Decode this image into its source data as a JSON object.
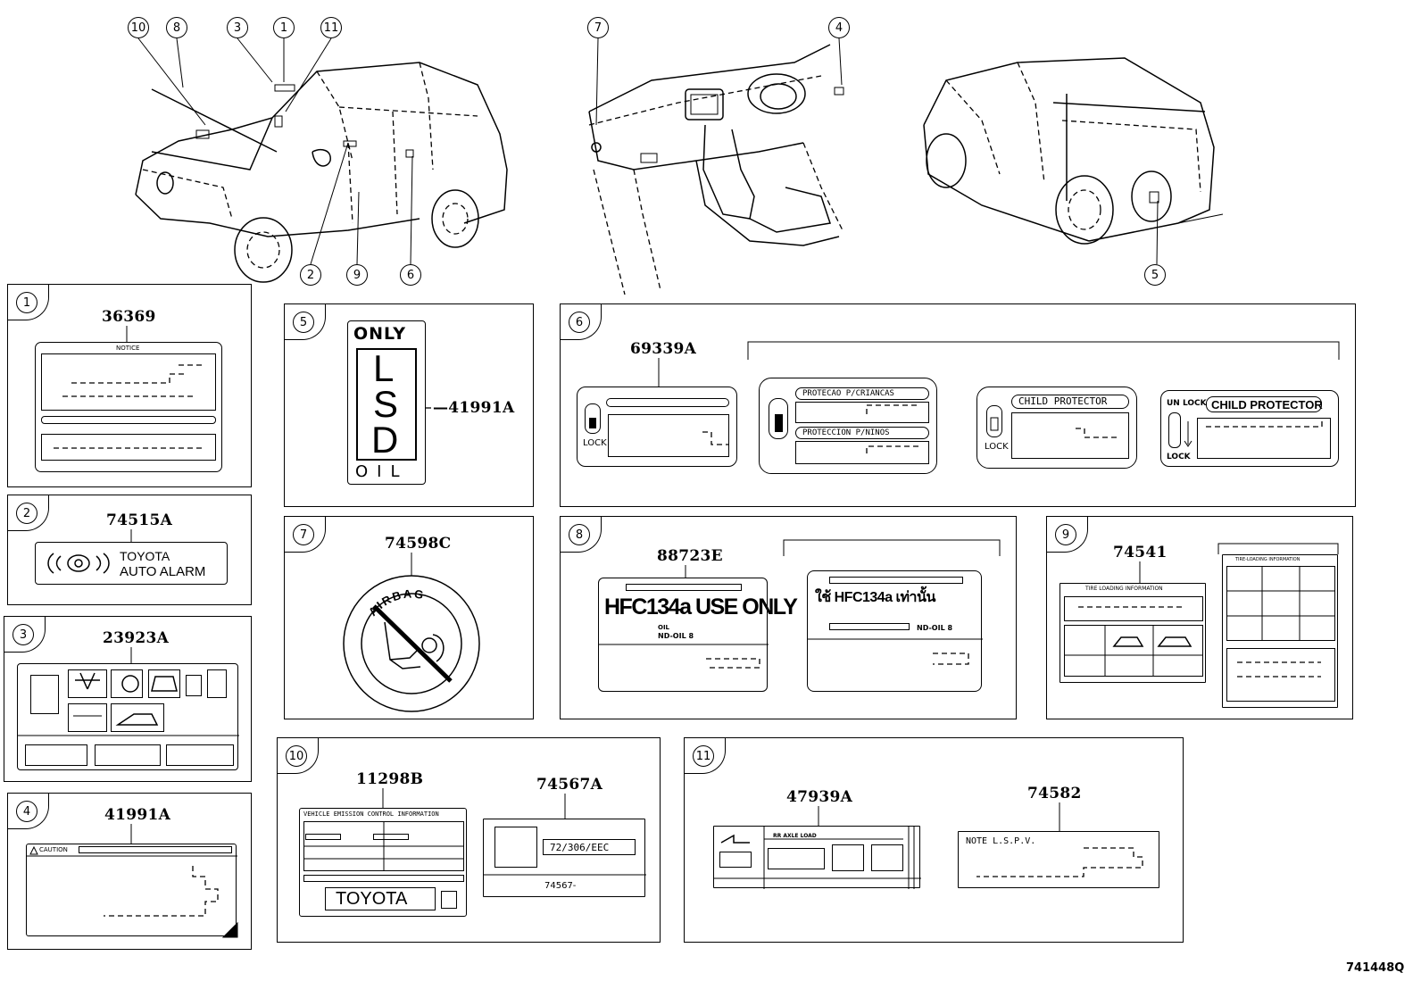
{
  "diagram": {
    "code": "741448Q",
    "callouts": [
      "10",
      "8",
      "3",
      "1",
      "11",
      "2",
      "9",
      "6",
      "7",
      "4",
      "5"
    ],
    "panels": {
      "p1": {
        "num": "1",
        "part": "36369",
        "header": "NOTICE"
      },
      "p2": {
        "num": "2",
        "part": "74515A",
        "line1": "TOYOTA",
        "line2": "AUTO ALARM"
      },
      "p3": {
        "num": "3",
        "part": "23923A"
      },
      "p4": {
        "num": "4",
        "part": "41991A",
        "header": "CAUTION"
      },
      "p5": {
        "num": "5",
        "part": "—41991A",
        "top": "ONLY",
        "l": "L",
        "s": "S",
        "d": "D",
        "bottom": "OIL"
      },
      "p6": {
        "num": "6",
        "part": "69339A",
        "lock": "LOCK",
        "br1": "PROTECAO P/CRIANCAS",
        "br2": "PROTECCION P/NINOS",
        "child1": "CHILD PROTECTOR",
        "child2": "CHILD PROTECTOR",
        "unlock": "UN LOCK"
      },
      "p7": {
        "num": "7",
        "part": "74598C",
        "ring": "AIRBAG"
      },
      "p8": {
        "num": "8",
        "part": "88723E",
        "big": "HFC134a USE ONLY",
        "oil1": "OIL",
        "oil2": "ND-OIL 8",
        "thai": "ใช้ HFC134a เท่านั้น",
        "oil3": "ND-OIL 8"
      },
      "p9": {
        "num": "9",
        "part": "74541",
        "hdr1": "TIRE LOADING INFORMATION",
        "hdr2": "TIRE-LOADING INFORMATION"
      },
      "p10": {
        "num": "10",
        "part1": "11298B",
        "part2": "74567A",
        "hdr": "VEHICLE EMISSION CONTROL INFORMATION",
        "brand": "TOYOTA",
        "eec": "72/306/EEC",
        "code": "74567-"
      },
      "p11": {
        "num": "11",
        "part1": "47939A",
        "part2": "74582",
        "axle": "RR AXLE LOAD",
        "note": "NOTE   L.S.P.V."
      }
    }
  }
}
